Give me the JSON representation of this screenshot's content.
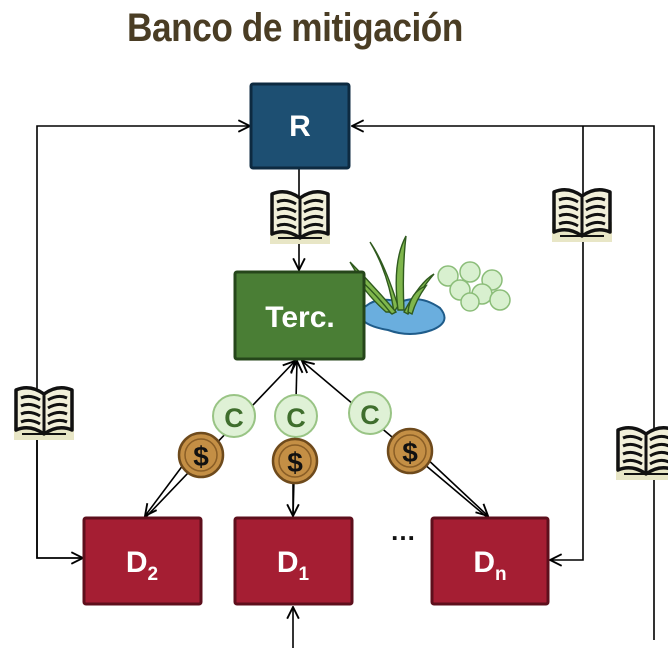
{
  "title": "Banco de mitigación",
  "nodes": {
    "regulator": {
      "label": "R",
      "color": "#1d4f72"
    },
    "third_party": {
      "label": "Terc.",
      "color": "#4a7e35"
    },
    "dev2": {
      "label": "D",
      "sub": "2",
      "color": "#a51e33"
    },
    "dev1": {
      "label": "D",
      "sub": "1",
      "color": "#a51e33"
    },
    "devn": {
      "label": "D",
      "sub": "n",
      "color": "#a51e33"
    }
  },
  "ellipsis": "…",
  "credits": {
    "label": "C",
    "color": "#dff1d6"
  },
  "payments": {
    "label": "$",
    "color": "#c48f45"
  },
  "icons": [
    "book-icon",
    "wetland-plants-icon",
    "water-pool-icon",
    "eggs-icon"
  ]
}
